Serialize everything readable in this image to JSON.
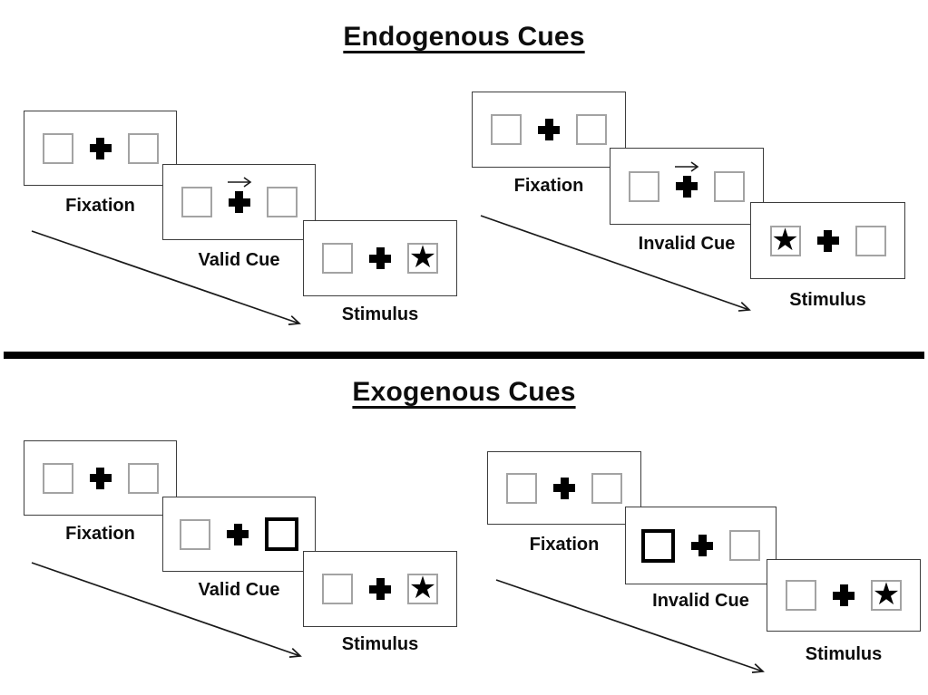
{
  "colors": {
    "ink": "#000000",
    "panel_border": "#3d3d3d",
    "box_border": "#a3a3a3"
  },
  "icons": {
    "star_glyph": "★"
  },
  "sections": [
    {
      "title": "Endogenous Cues",
      "sequences": [
        {
          "name": "endogenous-valid-trial",
          "panels": [
            {
              "label": "Fixation",
              "left_box": "plain",
              "right_box": "plain",
              "cue_arrow": false
            },
            {
              "label": "Valid Cue",
              "left_box": "plain",
              "right_box": "plain",
              "cue_arrow": true,
              "cue_arrow_direction": "right"
            },
            {
              "label": "Stimulus",
              "left_box": "plain",
              "right_box": "star",
              "star_side": "right"
            }
          ]
        },
        {
          "name": "endogenous-invalid-trial",
          "panels": [
            {
              "label": "Fixation",
              "left_box": "plain",
              "right_box": "plain",
              "cue_arrow": false
            },
            {
              "label": "Invalid Cue",
              "left_box": "plain",
              "right_box": "plain",
              "cue_arrow": true,
              "cue_arrow_direction": "right"
            },
            {
              "label": "Stimulus",
              "left_box": "star",
              "right_box": "plain",
              "star_side": "left"
            }
          ]
        }
      ]
    },
    {
      "title": "Exogenous Cues",
      "sequences": [
        {
          "name": "exogenous-valid-trial",
          "panels": [
            {
              "label": "Fixation",
              "left_box": "plain",
              "right_box": "plain",
              "cue_arrow": false
            },
            {
              "label": "Valid Cue",
              "left_box": "plain",
              "right_box": "thick",
              "highlighted_box": "right"
            },
            {
              "label": "Stimulus",
              "left_box": "plain",
              "right_box": "star",
              "star_side": "right"
            }
          ]
        },
        {
          "name": "exogenous-invalid-trial",
          "panels": [
            {
              "label": "Fixation",
              "left_box": "plain",
              "right_box": "plain",
              "cue_arrow": false
            },
            {
              "label": "Invalid Cue",
              "left_box": "thick",
              "right_box": "plain",
              "highlighted_box": "left"
            },
            {
              "label": "Stimulus",
              "left_box": "plain",
              "right_box": "star",
              "star_side": "right"
            }
          ]
        }
      ]
    }
  ]
}
